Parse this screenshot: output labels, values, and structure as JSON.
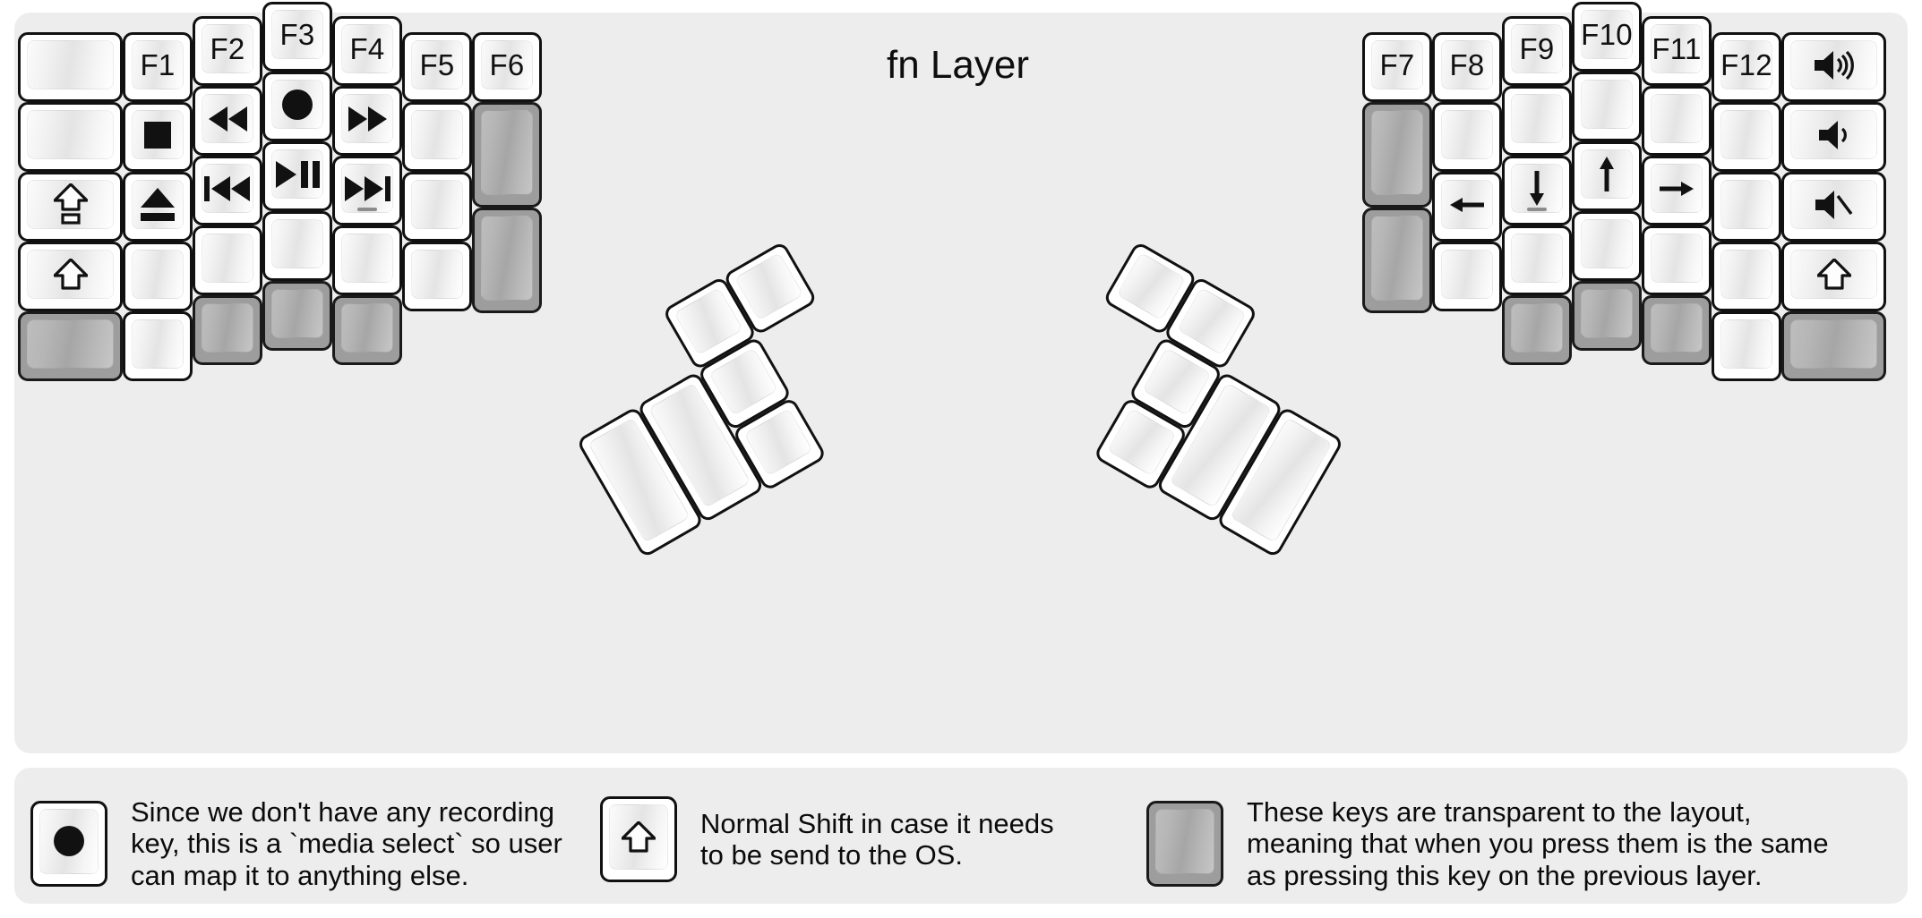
{
  "title": "fn Layer",
  "colors": {
    "frame_bg": "#ededed",
    "key_face": "#ffffff",
    "key_border": "#111111",
    "transparent_key": "#9d9d9d",
    "text": "#111111"
  },
  "left_half": {
    "columns": [
      {
        "name": "col-outer-left",
        "keys": [
          {
            "label": "",
            "icon": "blank",
            "state": "normal"
          },
          {
            "label": "",
            "icon": "blank",
            "state": "normal"
          },
          {
            "label": "",
            "icon": "caps-lock-icon",
            "state": "normal"
          },
          {
            "label": "",
            "icon": "shift-icon",
            "state": "normal"
          },
          {
            "label": "",
            "icon": "blank",
            "state": "transparent"
          }
        ]
      },
      {
        "name": "col-f1",
        "keys": [
          {
            "label": "F1",
            "icon": "text",
            "state": "normal"
          },
          {
            "label": "",
            "icon": "media-stop-icon",
            "state": "normal"
          },
          {
            "label": "",
            "icon": "media-eject-icon",
            "state": "normal"
          },
          {
            "label": "",
            "icon": "blank",
            "state": "normal"
          },
          {
            "label": "",
            "icon": "blank",
            "state": "normal"
          }
        ]
      },
      {
        "name": "col-f2",
        "keys": [
          {
            "label": "F2",
            "icon": "text",
            "state": "normal"
          },
          {
            "label": "",
            "icon": "media-rewind-icon",
            "state": "normal"
          },
          {
            "label": "",
            "icon": "media-previous-icon",
            "state": "normal"
          },
          {
            "label": "",
            "icon": "blank",
            "state": "normal"
          },
          {
            "label": "",
            "icon": "blank",
            "state": "transparent"
          }
        ]
      },
      {
        "name": "col-f3",
        "keys": [
          {
            "label": "F3",
            "icon": "text",
            "state": "normal"
          },
          {
            "label": "",
            "icon": "media-record-icon",
            "state": "normal"
          },
          {
            "label": "",
            "icon": "media-play-pause-icon",
            "state": "normal"
          },
          {
            "label": "",
            "icon": "blank",
            "state": "normal"
          },
          {
            "label": "",
            "icon": "blank",
            "state": "transparent"
          }
        ]
      },
      {
        "name": "col-f4",
        "keys": [
          {
            "label": "F4",
            "icon": "text",
            "state": "normal"
          },
          {
            "label": "",
            "icon": "media-fast-forward-icon",
            "state": "normal"
          },
          {
            "label": "",
            "icon": "media-next-icon",
            "state": "normal",
            "homing": true
          },
          {
            "label": "",
            "icon": "blank",
            "state": "normal"
          },
          {
            "label": "",
            "icon": "blank",
            "state": "transparent"
          }
        ]
      },
      {
        "name": "col-f5",
        "keys": [
          {
            "label": "F5",
            "icon": "text",
            "state": "normal"
          },
          {
            "label": "",
            "icon": "blank",
            "state": "normal"
          },
          {
            "label": "",
            "icon": "blank",
            "state": "normal"
          },
          {
            "label": "",
            "icon": "blank",
            "state": "normal"
          }
        ]
      },
      {
        "name": "col-f6",
        "keys": [
          {
            "label": "F6",
            "icon": "text",
            "state": "normal"
          },
          {
            "label": "",
            "icon": "blank",
            "state": "transparent",
            "tall": true
          },
          {
            "label": "",
            "icon": "blank",
            "state": "transparent",
            "tall": true
          }
        ]
      }
    ],
    "thumb_cluster": [
      {
        "label": "",
        "icon": "blank",
        "state": "normal",
        "size": "2u-vertical"
      },
      {
        "label": "",
        "icon": "blank",
        "state": "normal",
        "size": "2u-vertical"
      },
      {
        "label": "",
        "icon": "blank",
        "state": "normal",
        "size": "1u"
      },
      {
        "label": "",
        "icon": "blank",
        "state": "normal",
        "size": "1u"
      },
      {
        "label": "",
        "icon": "blank",
        "state": "normal",
        "size": "1u"
      },
      {
        "label": "",
        "icon": "blank",
        "state": "normal",
        "size": "1u"
      }
    ]
  },
  "right_half": {
    "columns": [
      {
        "name": "col-f7",
        "keys": [
          {
            "label": "F7",
            "icon": "text",
            "state": "normal"
          },
          {
            "label": "",
            "icon": "blank",
            "state": "transparent",
            "tall": true
          },
          {
            "label": "",
            "icon": "blank",
            "state": "transparent",
            "tall": true
          }
        ]
      },
      {
        "name": "col-f8",
        "keys": [
          {
            "label": "F8",
            "icon": "text",
            "state": "normal"
          },
          {
            "label": "",
            "icon": "blank",
            "state": "normal"
          },
          {
            "label": "",
            "icon": "arrow-left-icon",
            "state": "normal"
          },
          {
            "label": "",
            "icon": "blank",
            "state": "normal"
          }
        ]
      },
      {
        "name": "col-f9",
        "keys": [
          {
            "label": "F9",
            "icon": "text",
            "state": "normal"
          },
          {
            "label": "",
            "icon": "blank",
            "state": "normal"
          },
          {
            "label": "",
            "icon": "arrow-down-icon",
            "state": "normal",
            "homing": true
          },
          {
            "label": "",
            "icon": "blank",
            "state": "normal"
          },
          {
            "label": "",
            "icon": "blank",
            "state": "transparent"
          }
        ]
      },
      {
        "name": "col-f10",
        "keys": [
          {
            "label": "F10",
            "icon": "text",
            "state": "normal"
          },
          {
            "label": "",
            "icon": "blank",
            "state": "normal"
          },
          {
            "label": "",
            "icon": "arrow-up-icon",
            "state": "normal"
          },
          {
            "label": "",
            "icon": "blank",
            "state": "normal"
          },
          {
            "label": "",
            "icon": "blank",
            "state": "transparent"
          }
        ]
      },
      {
        "name": "col-f11",
        "keys": [
          {
            "label": "F11",
            "icon": "text",
            "state": "normal"
          },
          {
            "label": "",
            "icon": "blank",
            "state": "normal"
          },
          {
            "label": "",
            "icon": "arrow-right-icon",
            "state": "normal"
          },
          {
            "label": "",
            "icon": "blank",
            "state": "normal"
          },
          {
            "label": "",
            "icon": "blank",
            "state": "transparent"
          }
        ]
      },
      {
        "name": "col-f12",
        "keys": [
          {
            "label": "F12",
            "icon": "text",
            "state": "normal"
          },
          {
            "label": "",
            "icon": "blank",
            "state": "normal"
          },
          {
            "label": "",
            "icon": "blank",
            "state": "normal"
          },
          {
            "label": "",
            "icon": "blank",
            "state": "normal"
          },
          {
            "label": "",
            "icon": "blank",
            "state": "normal"
          }
        ]
      },
      {
        "name": "col-outer-right",
        "keys": [
          {
            "label": "",
            "icon": "volume-up-icon",
            "state": "normal"
          },
          {
            "label": "",
            "icon": "volume-down-icon",
            "state": "normal"
          },
          {
            "label": "",
            "icon": "volume-mute-icon",
            "state": "normal"
          },
          {
            "label": "",
            "icon": "shift-icon",
            "state": "normal"
          },
          {
            "label": "",
            "icon": "blank",
            "state": "transparent"
          }
        ]
      }
    ],
    "thumb_cluster": [
      {
        "label": "",
        "icon": "blank",
        "state": "normal",
        "size": "1u"
      },
      {
        "label": "",
        "icon": "blank",
        "state": "normal",
        "size": "1u"
      },
      {
        "label": "",
        "icon": "blank",
        "state": "normal",
        "size": "1u"
      },
      {
        "label": "",
        "icon": "blank",
        "state": "normal",
        "size": "1u"
      },
      {
        "label": "",
        "icon": "blank",
        "state": "normal",
        "size": "2u-vertical"
      },
      {
        "label": "",
        "icon": "blank",
        "state": "normal",
        "size": "2u-vertical"
      }
    ]
  },
  "legend": [
    {
      "icon": "media-record-icon",
      "state": "normal",
      "text": "Since we don't have any recording\nkey, this is a `media select` so user\ncan map it to anything else."
    },
    {
      "icon": "shift-icon",
      "state": "normal",
      "text": "Normal Shift in case it needs\nto be send to the OS."
    },
    {
      "icon": "blank",
      "state": "transparent",
      "text": "These keys are transparent to the layout,\nmeaning that when you press them is the same\nas pressing this key on the previous layer."
    }
  ]
}
